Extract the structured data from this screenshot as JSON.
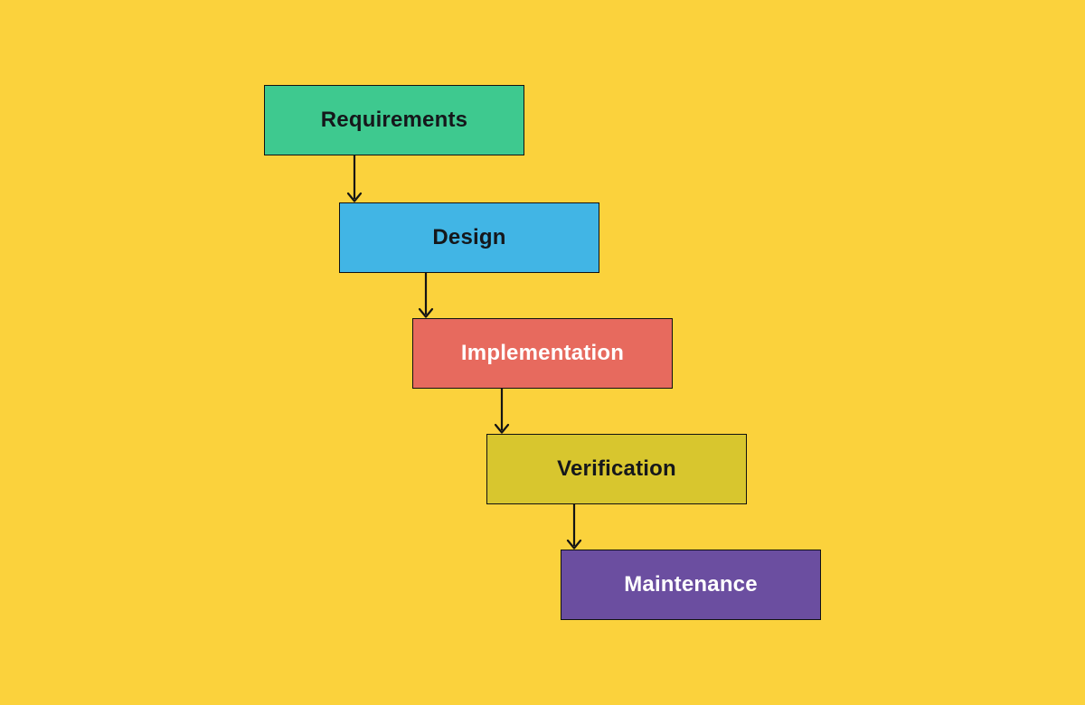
{
  "page": {
    "background_color": "#FBD23C"
  },
  "diagram": {
    "type": "waterfall-flowchart",
    "arrow_color": "#141414",
    "node_border_color": "#111111",
    "nodes": [
      {
        "id": "requirements",
        "label": "Requirements",
        "fill": "#3EC98F",
        "text_color": "#15171B"
      },
      {
        "id": "design",
        "label": "Design",
        "fill": "#41B5E5",
        "text_color": "#15171B"
      },
      {
        "id": "implementation",
        "label": "Implementation",
        "fill": "#E76A5E",
        "text_color": "#FFFFFF"
      },
      {
        "id": "verification",
        "label": "Verification",
        "fill": "#D8C62E",
        "text_color": "#15171B"
      },
      {
        "id": "maintenance",
        "label": "Maintenance",
        "fill": "#6B4EA0",
        "text_color": "#FFFFFF"
      }
    ],
    "connections": [
      {
        "from": "requirements",
        "to": "design"
      },
      {
        "from": "design",
        "to": "implementation"
      },
      {
        "from": "implementation",
        "to": "verification"
      },
      {
        "from": "verification",
        "to": "maintenance"
      }
    ]
  }
}
